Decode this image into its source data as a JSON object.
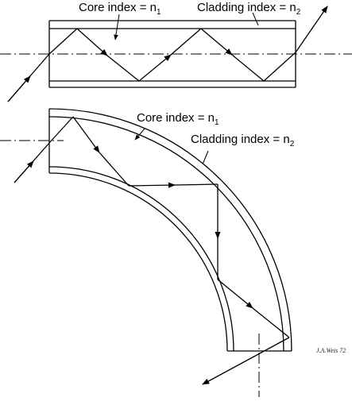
{
  "straight_fiber": {
    "core_label": {
      "text": "Core index = n",
      "sub": "1"
    },
    "cladding_label": {
      "text": "Cladding index = n",
      "sub": "2"
    }
  },
  "bent_fiber": {
    "core_label": {
      "text": "Core index = n",
      "sub": "1"
    },
    "cladding_label": {
      "text": "Cladding index = n",
      "sub": "2"
    }
  },
  "signature": "J.A.Weis 72",
  "colors": {
    "line": "#000000",
    "background": "#ffffff"
  }
}
